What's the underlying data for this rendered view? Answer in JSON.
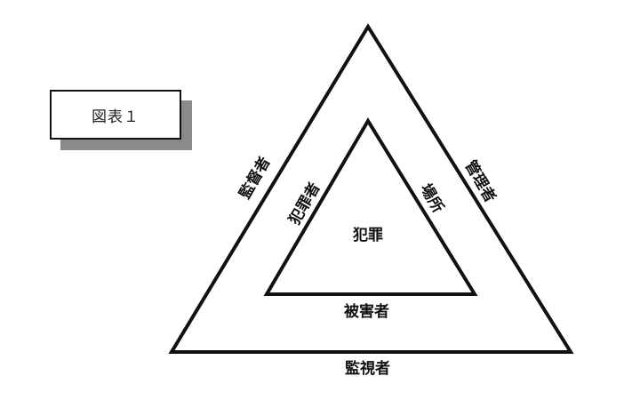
{
  "figure_label": "図表１",
  "diagram": {
    "center_label": "犯罪",
    "inner_triangle": {
      "left_side": "犯罪者",
      "right_side": "場所",
      "bottom": "被害者"
    },
    "outer_triangle": {
      "left_side": "監督者",
      "right_side": "管理者",
      "bottom": "監視者"
    },
    "stroke_color": "#111111",
    "shadow_color": "#8a8a8a"
  }
}
